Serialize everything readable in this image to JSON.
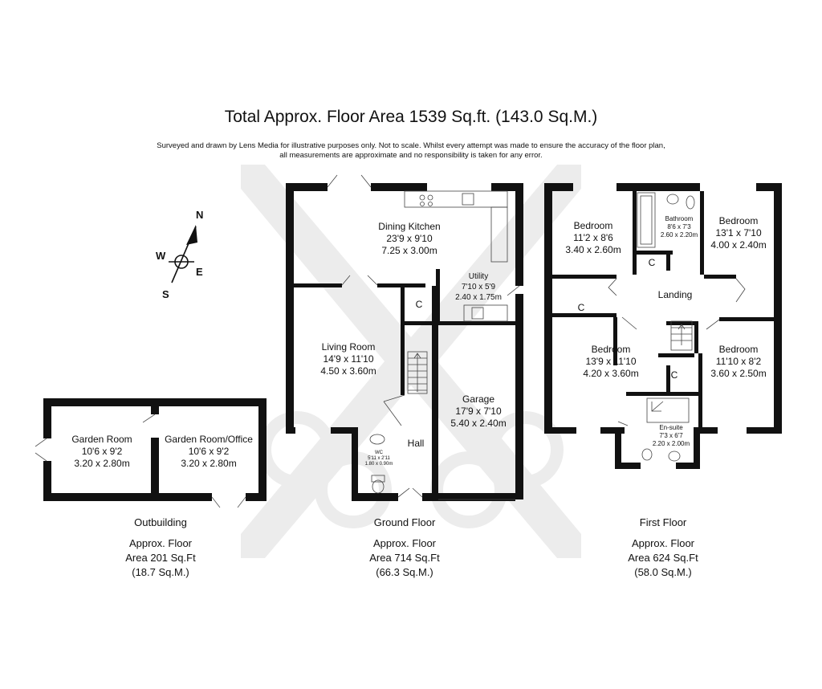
{
  "header": {
    "title": "Total Approx. Floor Area 1539 Sq.ft. (143.0 Sq.M.)",
    "disclaimer_line1": "Surveyed and drawn by Lens Media for illustrative purposes only. Not to scale. Whilst every attempt was made to ensure the accuracy of the floor plan,",
    "disclaimer_line2": "all measurements are approximate and no responsibility is taken for any error."
  },
  "compass": {
    "n": "N",
    "s": "S",
    "e": "E",
    "w": "W"
  },
  "outbuilding": {
    "name": "Outbuilding",
    "area_l1": "Approx. Floor",
    "area_l2": "Area 201 Sq.Ft",
    "area_l3": "(18.7 Sq.M.)",
    "rooms": [
      {
        "name": "Garden Room",
        "imperial": "10'6 x 9'2",
        "metric": "3.20 x 2.80m"
      },
      {
        "name": "Garden Room/Office",
        "imperial": "10'6 x 9'2",
        "metric": "3.20 x 2.80m"
      }
    ]
  },
  "ground_floor": {
    "name": "Ground Floor",
    "area_l1": "Approx. Floor",
    "area_l2": "Area 714 Sq.Ft",
    "area_l3": "(66.3 Sq.M.)",
    "rooms": {
      "dining_kitchen": {
        "name": "Dining Kitchen",
        "imperial": "23'9 x 9'10",
        "metric": "7.25 x 3.00m"
      },
      "utility": {
        "name": "Utility",
        "imperial": "7'10 x 5'9",
        "metric": "2.40 x 1.75m"
      },
      "living_room": {
        "name": "Living Room",
        "imperial": "14'9 x 11'10",
        "metric": "4.50 x 3.60m"
      },
      "garage": {
        "name": "Garage",
        "imperial": "17'9 x 7'10",
        "metric": "5.40 x 2.40m"
      },
      "hall": {
        "name": "Hall"
      },
      "wc": {
        "name": "WC",
        "imperial": "5'11 x 2'11",
        "metric": "1.80 x 0.90m"
      },
      "cupboard": {
        "name": "C"
      }
    }
  },
  "first_floor": {
    "name": "First Floor",
    "area_l1": "Approx. Floor",
    "area_l2": "Area 624 Sq.Ft",
    "area_l3": "(58.0 Sq.M.)",
    "rooms": {
      "bedroom_nw": {
        "name": "Bedroom",
        "imperial": "11'2 x 8'6",
        "metric": "3.40 x 2.60m"
      },
      "bathroom": {
        "name": "Bathroom",
        "imperial": "8'6 x 7'3",
        "metric": "2.60 x 2.20m"
      },
      "bedroom_ne": {
        "name": "Bedroom",
        "imperial": "13'1 x 7'10",
        "metric": "4.00 x 2.40m"
      },
      "landing": {
        "name": "Landing"
      },
      "bedroom_sw": {
        "name": "Bedroom",
        "imperial": "13'9 x 11'10",
        "metric": "4.20 x 3.60m"
      },
      "bedroom_se": {
        "name": "Bedroom",
        "imperial": "11'10 x 8'2",
        "metric": "3.60 x 2.50m"
      },
      "ensuite": {
        "name": "En-suite",
        "imperial": "7'3 x 6'7",
        "metric": "2.20 x 2.00m"
      },
      "cupboard_1": {
        "name": "C"
      },
      "cupboard_2": {
        "name": "C"
      },
      "cupboard_3": {
        "name": "C"
      }
    }
  }
}
